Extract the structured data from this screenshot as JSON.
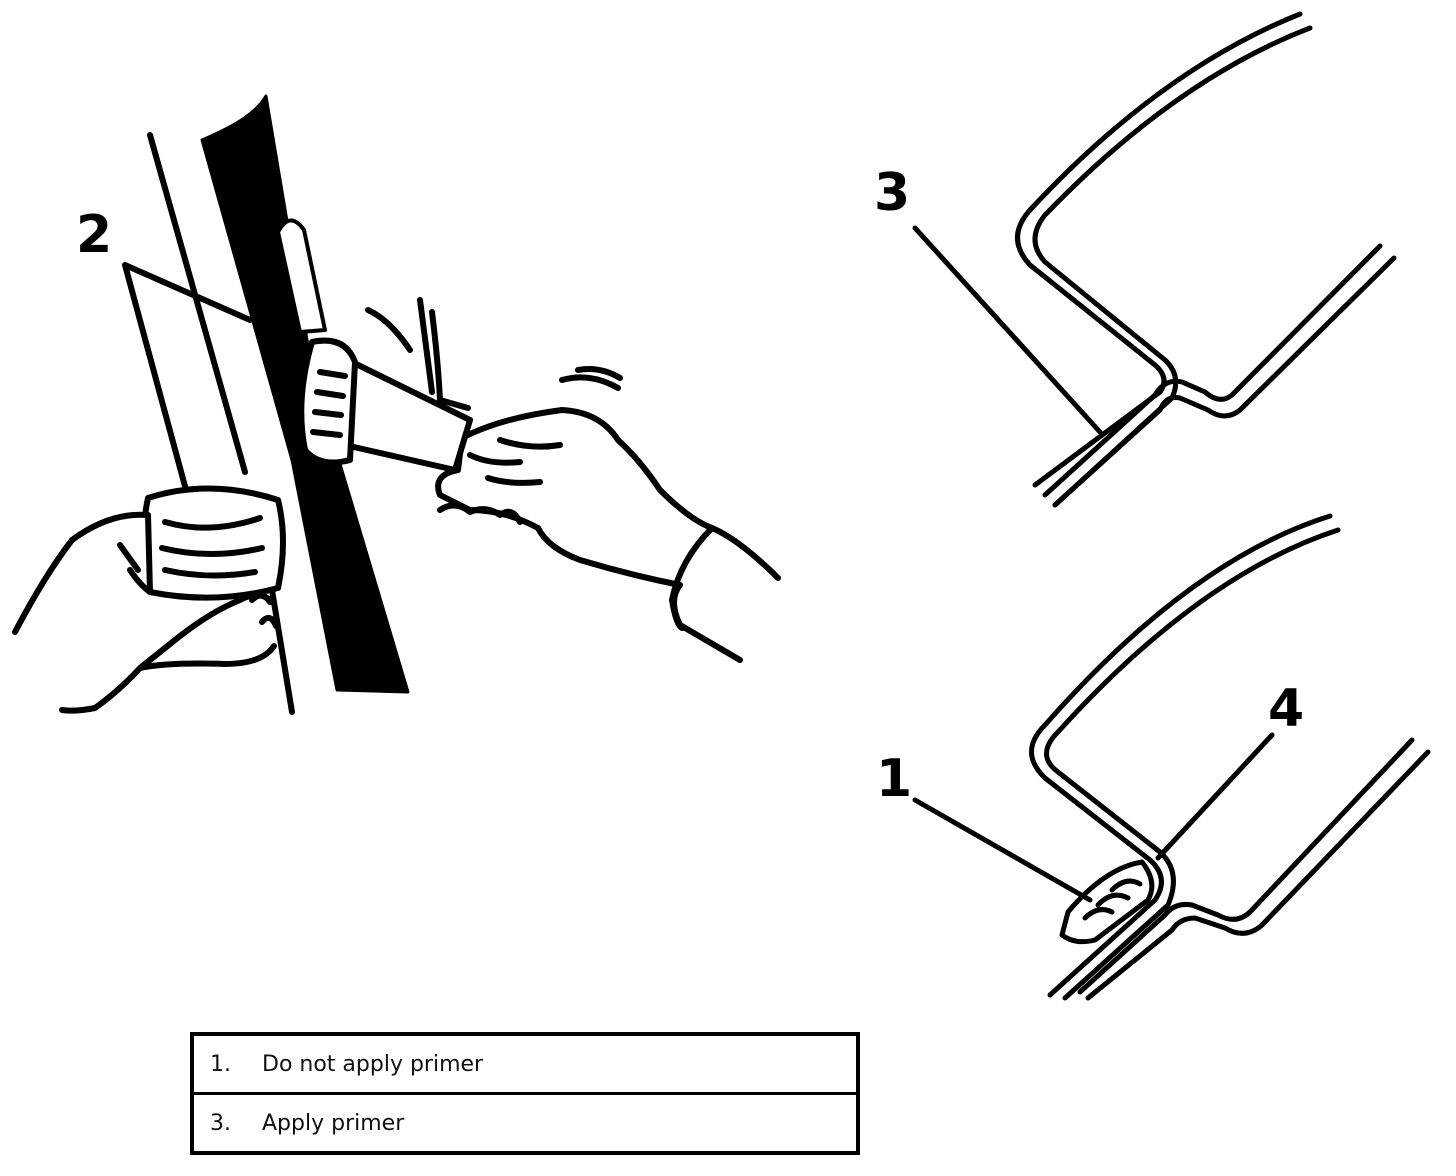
{
  "callouts": {
    "c1": "1",
    "c2": "2",
    "c3": "3",
    "c4": "4"
  },
  "legend": [
    {
      "number": "1.",
      "text": "Do not apply primer"
    },
    {
      "number": "3.",
      "text": "Apply primer"
    }
  ]
}
